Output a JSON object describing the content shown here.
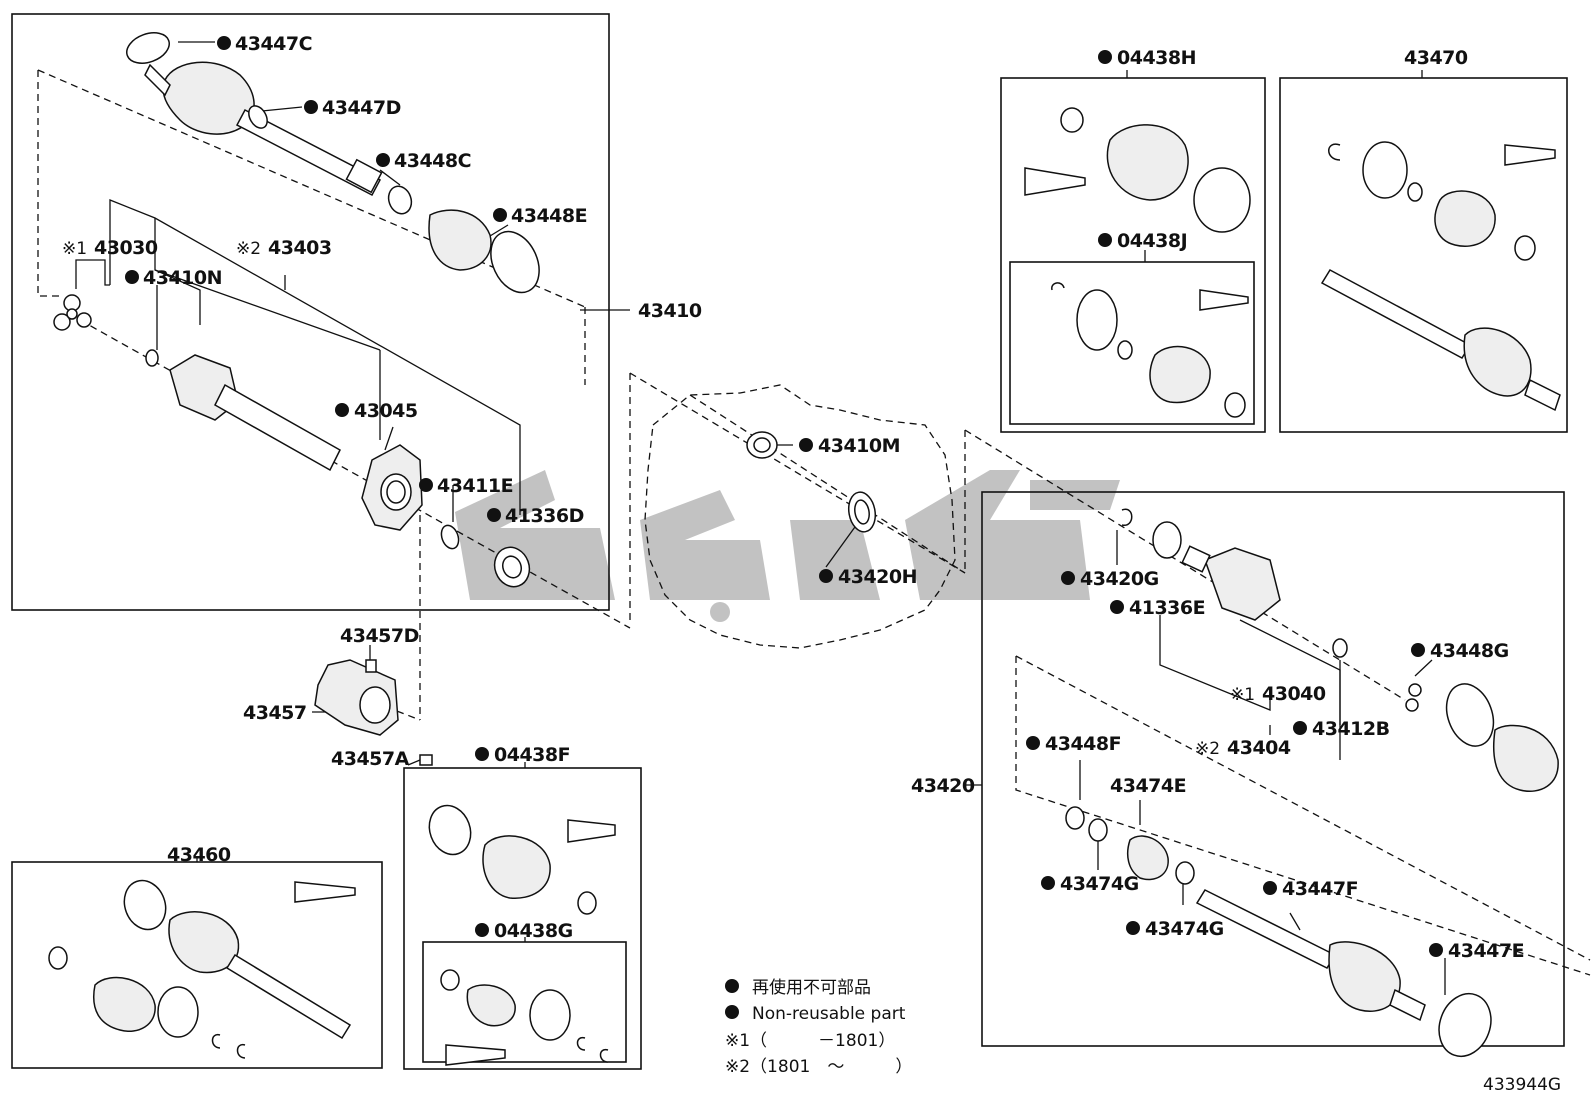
{
  "labels": {
    "p43447C": "43447C",
    "p43447D": "43447D",
    "p43448C": "43448C",
    "p43448E": "43448E",
    "p43030": "43030",
    "p43403": "43403",
    "p43410N": "43410N",
    "p43410": "43410",
    "p43045": "43045",
    "p43411E": "43411E",
    "p41336D": "41336D",
    "p43457D": "43457D",
    "p43457": "43457",
    "p43457A": "43457A",
    "p43410M": "43410M",
    "p43420H": "43420H",
    "p04438H": "04438H",
    "p04438J": "04438J",
    "p43470": "43470",
    "p43420G": "43420G",
    "p41336E": "41336E",
    "p43040": "43040",
    "p43404": "43404",
    "p43412B": "43412B",
    "p43448G": "43448G",
    "p43448F": "43448F",
    "p43474E": "43474E",
    "p43474G": "43474G",
    "p43447F": "43447F",
    "p43447E": "43447E",
    "p43420": "43420",
    "p04438F": "04438F",
    "p04438G": "04438G",
    "p43460": "43460"
  },
  "marks": {
    "ref1": "※1",
    "ref2": "※2"
  },
  "legend": {
    "reuse_jp": "再使用不可部品",
    "reuse_en": "Non-reusable part",
    "ref1": "※1（　　　－1801）",
    "ref2": "※2（1801　～　　　）"
  },
  "diagram_code": "433944G"
}
